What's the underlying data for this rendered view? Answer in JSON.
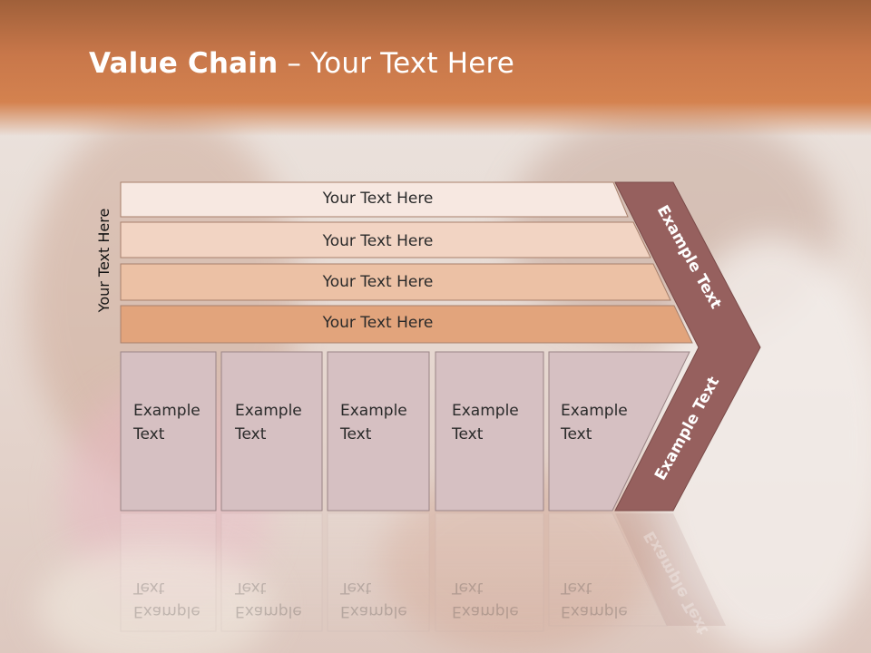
{
  "slide": {
    "title_bold": "Value Chain",
    "title_rest": " – Your Text Here"
  },
  "diagram": {
    "side_label": "Your Text Here",
    "bars": [
      "Your Text Here",
      "Your Text Here",
      "Your Text Here",
      "Your Text Here"
    ],
    "boxes": [
      {
        "line1": "Example",
        "line2": "Text"
      },
      {
        "line1": "Example",
        "line2": "Text"
      },
      {
        "line1": "Example",
        "line2": "Text"
      },
      {
        "line1": "Example",
        "line2": "Text"
      },
      {
        "line1": "Example",
        "line2": "Text"
      }
    ],
    "chevron_top": "Example Text",
    "chevron_bottom": "Example Text"
  },
  "colors": {
    "header": "#c8774a",
    "bar1": "#f7e8e1",
    "bar2": "#f2d4c3",
    "bar3": "#ecc1a5",
    "bar4": "#e2a47c",
    "box_fill": "#d6c0c2",
    "chevron": "#96605e"
  }
}
